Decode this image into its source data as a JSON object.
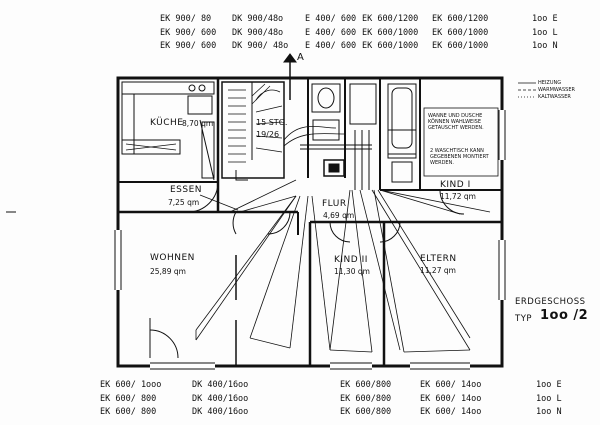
{
  "top_specs": [
    [
      "EK 900/ 80",
      "DK 900/48o",
      "E 400/ 600",
      "EK 600/1200",
      "EK 600/1200",
      "1oo E"
    ],
    [
      "EK 900/ 600",
      "DK 900/48o",
      "E 400/ 600",
      "EK 600/1000",
      "EK 600/1000",
      "1oo L"
    ],
    [
      "EK 900/ 600",
      "DK 900/ 48o",
      "E 400/ 600",
      "EK 600/1000",
      "EK 600/1000",
      "1oo N"
    ]
  ],
  "bottom_specs": [
    [
      "EK 600/ 1ooo",
      "DK 400/16oo",
      "EK 600/800",
      "EK 600/ 14oo",
      "1oo E"
    ],
    [
      "EK 600/ 800",
      "DK 400/16oo",
      "EK 600/800",
      "EK 600/ 14oo",
      "1oo L"
    ],
    [
      "EK 600/ 800",
      "DK 400/16oo",
      "EK 600/800",
      "EK 600/ 14oo",
      "1oo N"
    ]
  ],
  "rooms": {
    "kueche": {
      "name": "KÜCHE",
      "area": "8,70 qm"
    },
    "essen": {
      "name": "ESSEN",
      "area": "7,25 qm"
    },
    "wohnen": {
      "name": "WOHNEN",
      "area": "25,89 qm"
    },
    "flur": {
      "name": "FLUR",
      "area": "4,69 qm"
    },
    "kind2": {
      "name": "KIND II",
      "area": "11,30 qm"
    },
    "eltern": {
      "name": "ELTERN",
      "area": "11,27 qm"
    },
    "kind1": {
      "name": "KIND I",
      "area": "11,72 qm"
    }
  },
  "stairs": {
    "steps": "15 STG.",
    "ratio": "19/26"
  },
  "section_marker": "A",
  "notes": {
    "wanne": "WANNE UND DUSCHE KÖNNEN WAHLWEISE GETAUSCHT WERDEN.",
    "waschtisch": "2 WASCHTISCH KANN GEGEBENEN MONTIERT WERDEN."
  },
  "legend": [
    "HEIZUNG",
    "WARMWASSER",
    "KALTWASSER"
  ],
  "floor": {
    "label": "ERDGESCHOSS",
    "typ_label": "TYP",
    "typ_value": "1oo /2"
  }
}
